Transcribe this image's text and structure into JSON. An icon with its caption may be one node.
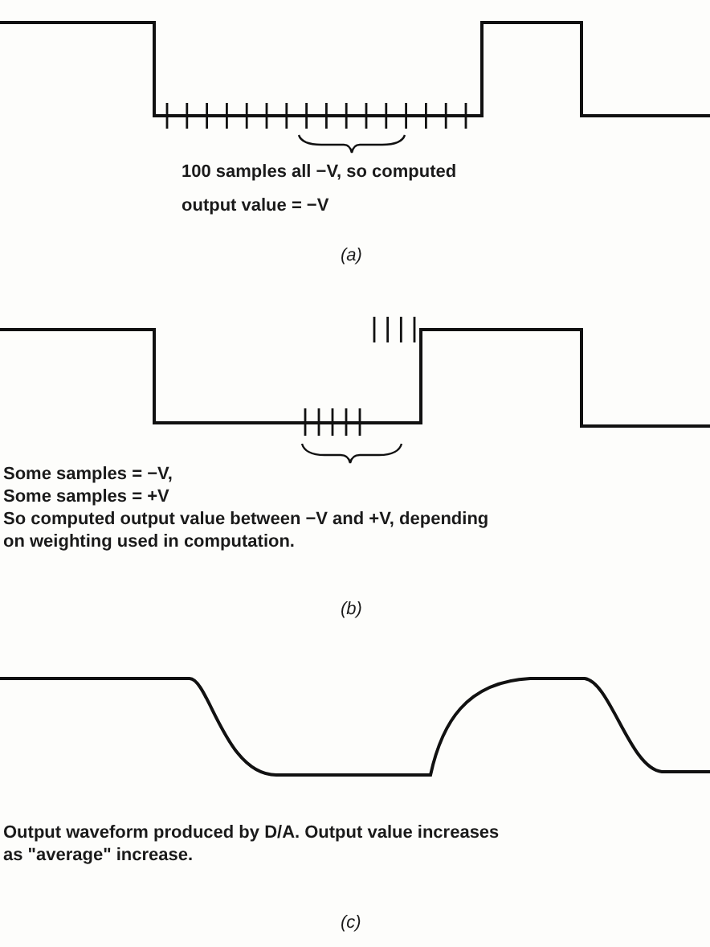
{
  "diagram": {
    "labels": [
      "100 samples all −V, so computed",
      "output value = −V",
      "(a)",
      "Some samples = −V,",
      "Some samples = +V",
      "So computed output value between −V and +V, depending",
      "on weighting used in computation.",
      "(b)",
      "Output waveform produced by D/A. Output value increases",
      "as \"average\" increase.",
      "(c)"
    ]
  }
}
